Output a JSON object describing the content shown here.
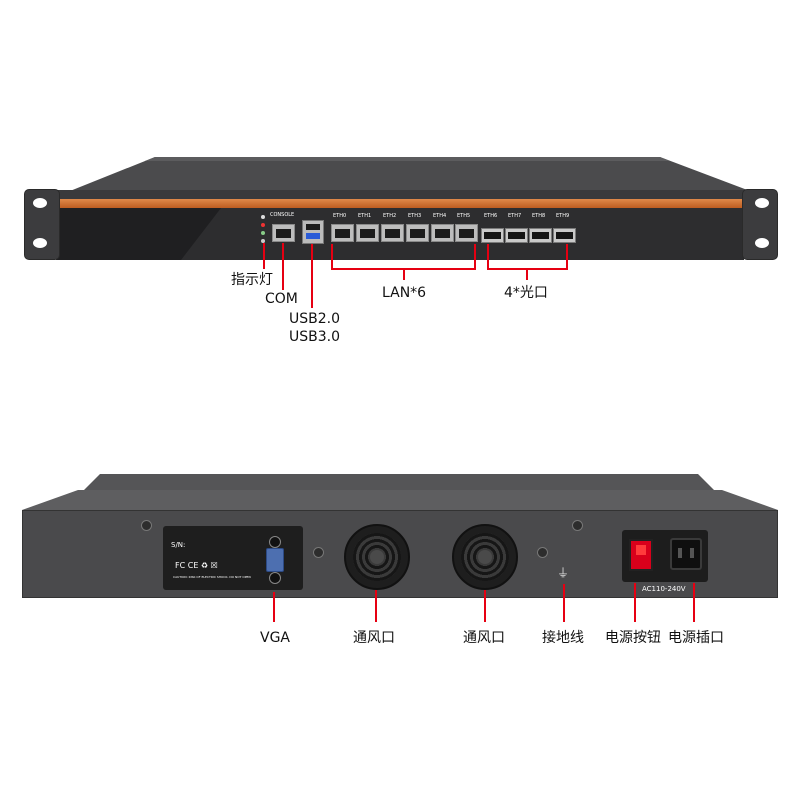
{
  "front": {
    "console_label": "CONSOLE",
    "ports": [
      "ETH0",
      "ETH1",
      "ETH2",
      "ETH3",
      "ETH4",
      "ETH5"
    ],
    "sfp_ports": [
      "ETH6",
      "ETH7",
      "ETH8",
      "ETH9"
    ],
    "callouts": {
      "indicator": "指示灯",
      "com": "COM",
      "usb2": "USB2.0",
      "usb3": "USB3.0",
      "lan": "LAN*6",
      "sfp": "4*光口"
    }
  },
  "rear": {
    "sn_label": "S/N:",
    "power_rating": "AC110-240V",
    "caution_text": "CAUTION: RISK OF ELECTRIC SHOCK. DO NOT OPEN",
    "callouts": {
      "vga": "VGA",
      "vent1": "通风口",
      "vent2": "通风口",
      "ground": "接地线",
      "power_switch": "电源按钮",
      "power_socket": "电源插口"
    }
  },
  "colors": {
    "chassis": "#3a3a3c",
    "stripe": "#d47a3c",
    "callout_line": "#e60012",
    "switch": "#d9001b"
  }
}
